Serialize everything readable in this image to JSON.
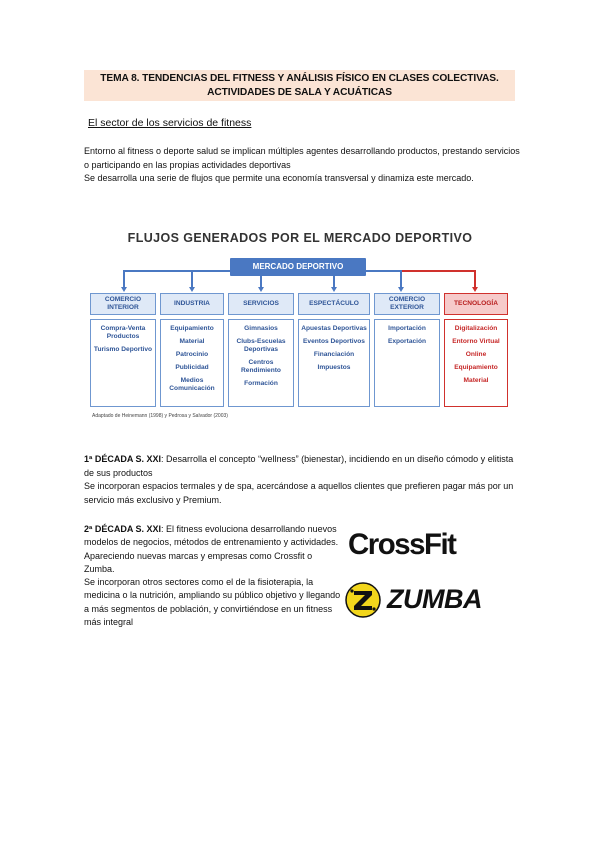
{
  "header": {
    "title_line1": "TEMA 8. TENDENCIAS DEL FITNESS Y ANÁLISIS FÍSICO EN CLASES COLECTIVAS.",
    "title_line2": "ACTIVIDADES DE SALA Y ACUÁTICAS",
    "band_color": "#fbe4d5"
  },
  "section_heading": "El sector de los servicios de fitness",
  "intro": {
    "p1": "Entorno al fitness o deporte salud se implican múltiples agentes desarrollando productos, prestando servicios o participando en las propias actividades deportivas",
    "p2": "Se desarrolla una serie de flujos que permite una economía transversal y dinamiza este mercado."
  },
  "diagram": {
    "title": "FLUJOS GENERADOS POR EL MERCADO DEPORTIVO",
    "root": "MERCADO DEPORTIVO",
    "accent_color": "#4a78c2",
    "highlight_color": "#d0312d",
    "categories": [
      {
        "head": "COMERCIO INTERIOR",
        "items": [
          "Compra-Venta Productos",
          "Turismo Deportivo"
        ]
      },
      {
        "head": "INDUSTRIA",
        "items": [
          "Equipamiento",
          "Material",
          "Patrocinio",
          "Publicidad",
          "Medios Comunicación"
        ]
      },
      {
        "head": "SERVICIOS",
        "items": [
          "Gimnasios",
          "Clubs-Escuelas Deportivas",
          "Centros Rendimiento",
          "Formación"
        ]
      },
      {
        "head": "ESPECTÁCULO",
        "items": [
          "Apuestas Deportivas",
          "Eventos Deportivos",
          "Financiación",
          "Impuestos"
        ]
      },
      {
        "head": "COMERCIO EXTERIOR",
        "items": [
          "Importación",
          "Exportación"
        ]
      },
      {
        "head": "TECNOLOGÍA",
        "items": [
          "Digitalización",
          "Entorno Virtual",
          "Online",
          "Equipamiento",
          "Material"
        ]
      }
    ],
    "credit": "Adaptado de Heinemann (1998) y Pedrosa y Salvador (2003)"
  },
  "decade1": {
    "label": "1ª DÉCADA S. XXI",
    "text1": ": Desarrolla el concepto “wellness” (bienestar), incidiendo en un diseño cómodo y elitista de sus productos",
    "text2": "Se incorporan espacios termales y de spa, acercándose a aquellos clientes que prefieren pagar más por un servicio más exclusivo y Premium."
  },
  "decade2": {
    "label": "2ª DÉCADA S. XXI",
    "text1": ": El fitness evoluciona desarrollando nuevos modelos de negocios, métodos de entrenamiento y actividades. Apareciendo nuevas marcas y empresas como Crossfit o Zumba.",
    "text2": "Se incorporan otros sectores como el de la fisioterapia, la medicina o la nutrición, ampliando su público objetivo y llegando a más segmentos de población, y convirtiéndose en un fitness más integral"
  },
  "logos": {
    "crossfit": "CrossFit",
    "zumba": "ZUMBA",
    "zumba_icon": "zumba-z-icon",
    "zumba_yellow": "#f2d61c"
  }
}
